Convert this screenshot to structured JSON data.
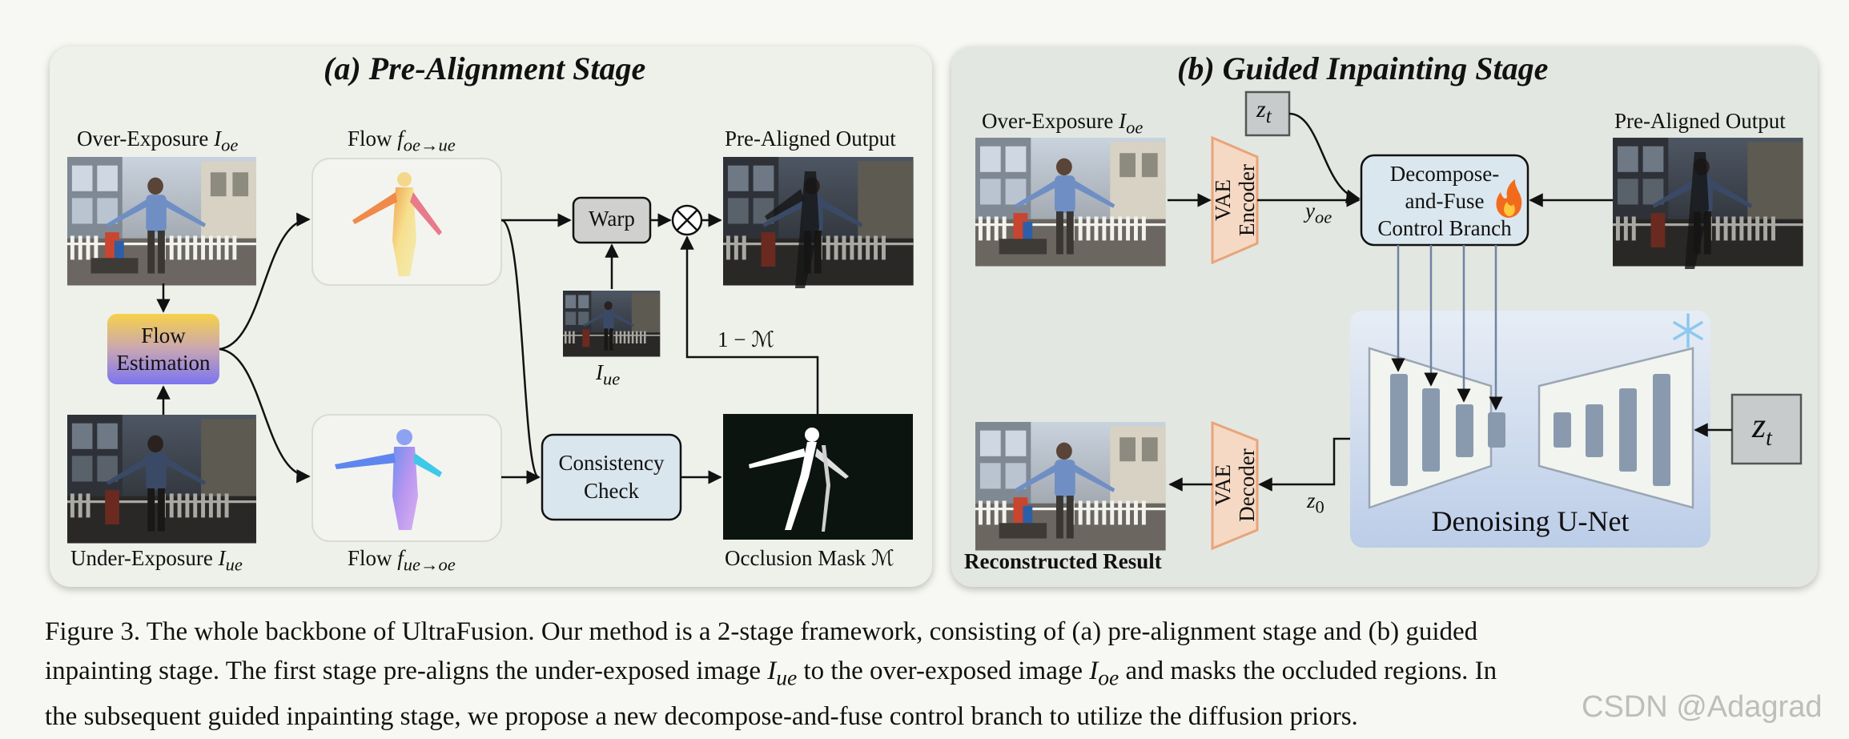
{
  "panel_a": {
    "title": "(a) Pre-Alignment Stage",
    "over_exposure_label": "Over-Exposure ",
    "over_exposure_symbol": "I",
    "over_exposure_sub": "oe",
    "flow_top_label": "Flow ",
    "flow_top_symbol": "f",
    "flow_top_sub": "oe→ue",
    "flow_estimation_line1": "Flow",
    "flow_estimation_line2": "Estimation",
    "under_exposure_label": "Under-Exposure ",
    "under_exposure_symbol": "I",
    "under_exposure_sub": "ue",
    "flow_bottom_label": "Flow ",
    "flow_bottom_symbol": "f",
    "flow_bottom_sub": "ue→oe",
    "warp_label": "Warp",
    "iue_symbol": "I",
    "iue_sub": "ue",
    "one_minus_m": "1 − ℳ",
    "consistency_line1": "Consistency",
    "consistency_line2": "Check",
    "pre_aligned_output_label": "Pre-Aligned Output",
    "occlusion_mask_label": "Occlusion Mask ℳ"
  },
  "panel_b": {
    "title": "(b) Guided Inpainting Stage",
    "over_exposure_label": "Over-Exposure ",
    "over_exposure_symbol": "I",
    "over_exposure_sub": "oe",
    "zt_small_symbol": "z",
    "zt_small_sub": "t",
    "vae_encoder_line1": "VAE",
    "vae_encoder_line2": "Encoder",
    "y_oe_symbol": "y",
    "y_oe_sub": "oe",
    "control_line1": "Decompose-",
    "control_line2": "and-Fuse",
    "control_line3": "Control Branch",
    "pre_aligned_output_label": "Pre-Aligned Output",
    "unet_label": "Denoising U-Net",
    "zt_large_symbol": "z",
    "zt_large_sub": "t",
    "vae_decoder_line1": "VAE",
    "vae_decoder_line2": "Decoder",
    "z0_symbol": "z",
    "z0_sub": "0",
    "reconstructed_label": "Reconstructed Result"
  },
  "icons": {
    "fire": "fire-icon",
    "snowflake": "snowflake-icon",
    "multiply": "multiply-icon"
  },
  "colors": {
    "panel_a_bg": "#eef1ea",
    "panel_b_bg": "#e3e7e1",
    "vae_fill": "#f5d9c4",
    "vae_stroke": "#e8a47a",
    "control_fill": "#dbe7ee",
    "unet_fill": "#c5d4ea",
    "warp_fill": "#d0d1cf"
  },
  "caption": {
    "line1": "Figure 3. The whole backbone of UltraFusion. Our method is a 2-stage framework, consisting of (a) pre-alignment stage and (b) guided",
    "line2_a": "inpainting stage. The first stage pre-aligns the under-exposed image ",
    "line2_sym1": "I",
    "line2_sub1": "ue",
    "line2_b": " to the over-exposed image ",
    "line2_sym2": "I",
    "line2_sub2": "oe",
    "line2_c": " and masks the occluded regions. In",
    "line3": "the subsequent guided inpainting stage, we propose a new decompose-and-fuse control branch to utilize the diffusion priors."
  },
  "watermark": "CSDN @Adagrad"
}
